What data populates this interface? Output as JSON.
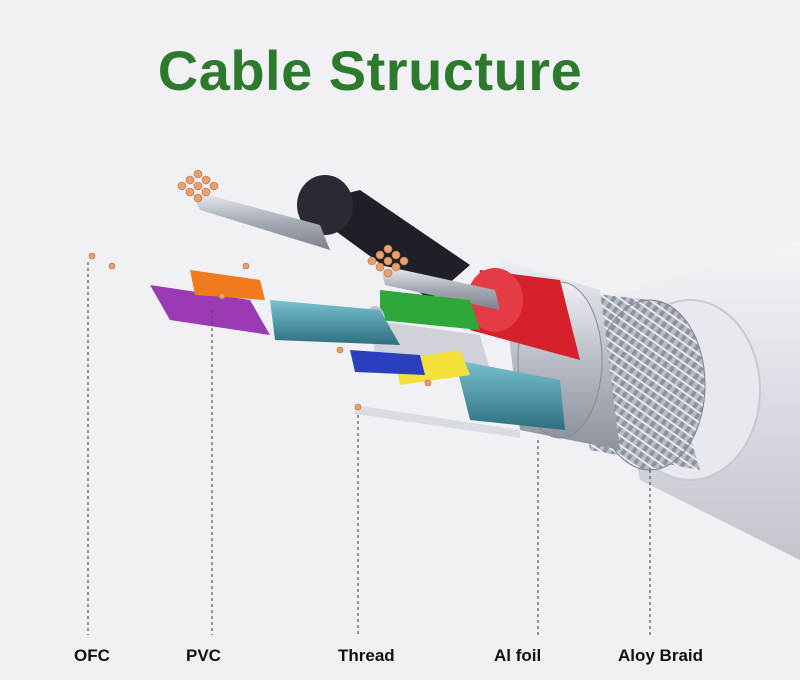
{
  "title": "Cable Structure",
  "colors": {
    "title": "#2d7a2d",
    "background": "#f1f1f5",
    "outer_jacket": "#e2e2ea",
    "braid": "#a9adb8",
    "foil": "#c7cbd2",
    "core_red": "#d6202c",
    "core_green": "#2fa83a",
    "core_black": "#1c1c24",
    "core_white": "#cfd2d8",
    "core_purple": "#9a3ab5",
    "core_orange": "#f07a1c",
    "core_yellow": "#f4e23a",
    "core_blue": "#2b3fbf",
    "shield_teal": "#3d8fa0",
    "copper": "#e8a070"
  },
  "labels": {
    "ofc": "OFC",
    "pvc": "PVC",
    "thread": "Thread",
    "al_foil": "Al foil",
    "aloy_braid": "Aloy Braid"
  }
}
